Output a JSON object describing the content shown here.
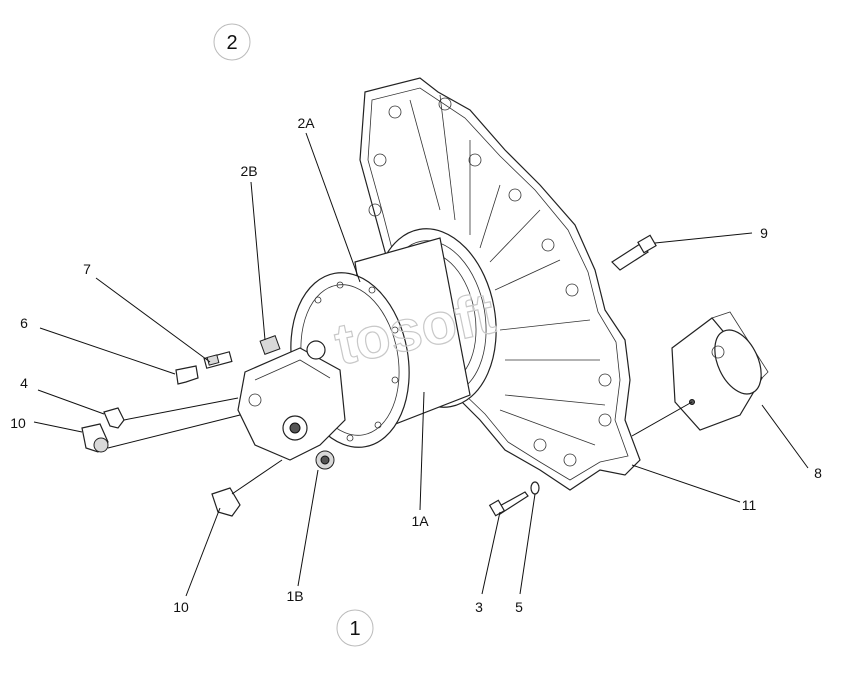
{
  "view_markers": [
    {
      "id": "view-2",
      "label": "2"
    },
    {
      "id": "view-1",
      "label": "1"
    }
  ],
  "callouts": {
    "c_2A": "2A",
    "c_2B": "2B",
    "c_7": "7",
    "c_6": "6",
    "c_4": "4",
    "c_10_left": "10",
    "c_10_bottom": "10",
    "c_1B": "1B",
    "c_1A": "1A",
    "c_3": "3",
    "c_5": "5",
    "c_11": "11",
    "c_8": "8",
    "c_9": "9"
  },
  "watermark": "tosoft"
}
